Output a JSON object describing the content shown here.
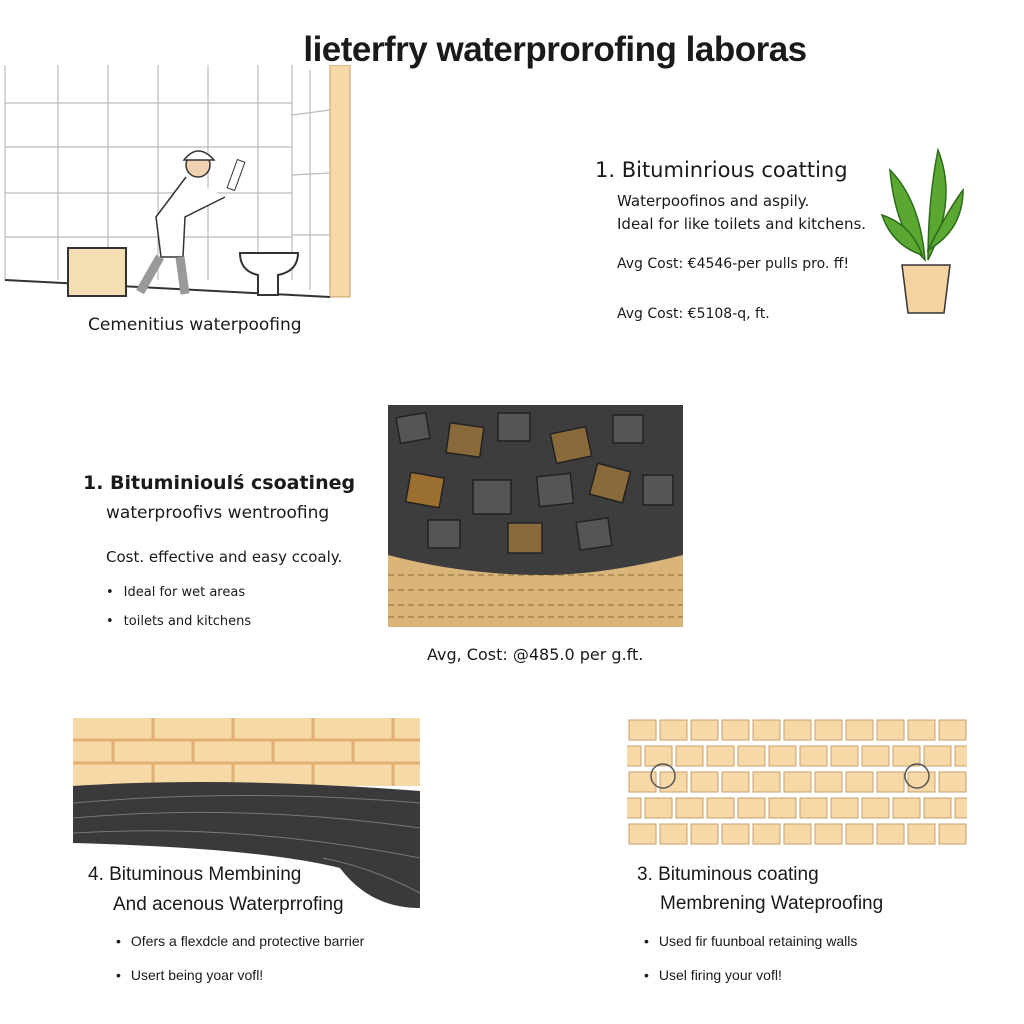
{
  "title": "lieterfry waterprorofing laboras",
  "top_left": {
    "caption": "Cemenitius waterpoofing"
  },
  "top_right": {
    "heading": "1. Bituminrious coatting",
    "line1": "Waterpoofinos and aspily.",
    "line2": "Ideal for like toilets and kitchens.",
    "cost1": "Avg Cost: €4546-per pulls pro. ff!",
    "cost2": "Avg Cost: €5108-q, ft."
  },
  "middle_left": {
    "heading": "1. Bituminioulś csoatineg",
    "subheading": "waterproofivs wentroofing",
    "desc": "Cost. effective and easy ccoaly.",
    "bullets": [
      "Ideal for wet areas",
      "toilets and kitchens"
    ]
  },
  "middle": {
    "cost": "Avg, Cost: @485.0 per g.ft."
  },
  "bottom_left": {
    "heading": "4. Bituminous Membining",
    "subheading": "And acenous Waterprrofing",
    "bullets": [
      "Ofers a flexdcle and protective barrier",
      "Usert being yoar vofl!"
    ]
  },
  "bottom_right": {
    "heading": "3. Bituminous coating",
    "subheading": "Membrening Wateproofing",
    "bullets": [
      "Used fir fuunboal retaining walls",
      "Usel firing your vofl!"
    ]
  },
  "colors": {
    "brick": "#f7d9a8",
    "mortar": "#e2b071",
    "bitumen": "#3a3a3a"
  }
}
